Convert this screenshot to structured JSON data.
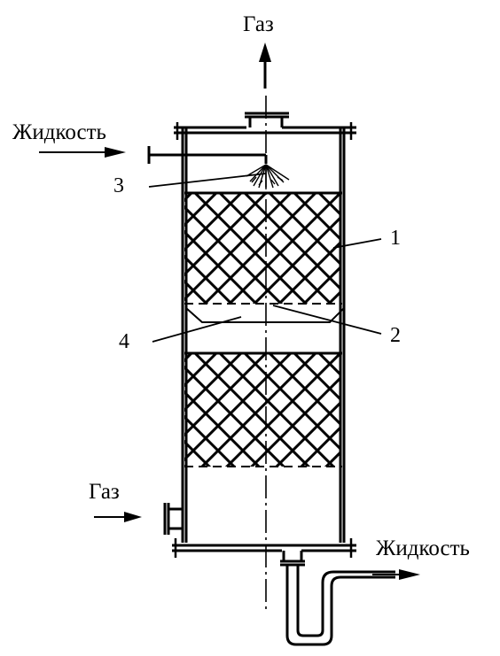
{
  "labels": {
    "gas_top": "Газ",
    "liquid_in": "Жидкость",
    "gas_in": "Газ",
    "liquid_out": "Жидкость",
    "num_1": "1",
    "num_2": "2",
    "num_3": "3",
    "num_4": "4"
  },
  "colors": {
    "ink": "#000000",
    "background": "#ffffff"
  }
}
